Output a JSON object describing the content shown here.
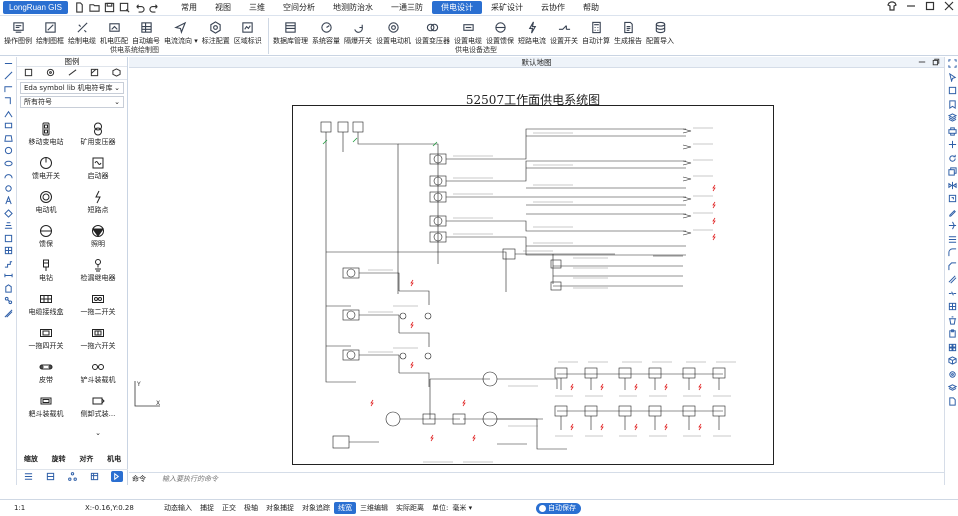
{
  "app": {
    "logo": "LongRuan GIS"
  },
  "menus": [
    "常用",
    "视图",
    "三维",
    "空间分析",
    "地测防治水",
    "一通三防",
    "供电设计",
    "采矿设计",
    "云协作",
    "帮助"
  ],
  "active_menu": "供电设计",
  "ribbon": {
    "group1": {
      "caption": "供电系统绘制图",
      "buttons": [
        "操作图例",
        "绘制图框",
        "绘制电缆",
        "机电匹配",
        "自动编号",
        "电流流向 ▾",
        "标注配置",
        "区域标识"
      ]
    },
    "group2": {
      "caption": "供电设备选型",
      "buttons": [
        "数据库管理",
        "系统容量",
        "隔爆开关",
        "设置电动机",
        "设置变压器",
        "设置电缆",
        "设置馈保",
        "短路电流",
        "设置开关",
        "自动计算",
        "生成报告",
        "配置导入"
      ]
    }
  },
  "legend": {
    "title": "图例",
    "library": "Eda symbol lib 机电符号库",
    "category": "所有符号",
    "symbols": [
      "移动变电站",
      "矿用变压器",
      "馈电开关",
      "启动器",
      "电动机",
      "短路点",
      "馈保",
      "照明",
      "电钻",
      "检漏继电器",
      "电缆接线盒",
      "一拖二开关",
      "一拖四开关",
      "一拖六开关",
      "皮带",
      "铲斗装载机",
      "耙斗装载机",
      "侧卸式装..."
    ],
    "toolbar": [
      "缩放",
      "旋转",
      "对齐",
      "机电"
    ]
  },
  "view": {
    "title": "默认地图",
    "drawing_title": "52507工作面供电系统图",
    "command_label": "命令",
    "command_placeholder": "输入要执行的命令"
  },
  "status": {
    "scale": "1:1",
    "coord": "X:-0.16,Y:0.28",
    "buttons": [
      "动态输入",
      "捕捉",
      "正交",
      "极轴",
      "对象捕捉",
      "对象追踪",
      "线宽",
      "三维编辑",
      "实际距离"
    ],
    "active_button": "线宽",
    "unit_label": "单位:",
    "unit_value": "毫米 ▾",
    "autosave": "自动保存"
  },
  "colors": {
    "accent": "#2a6fd1",
    "fault": "#e02020",
    "ground": "#1a9a3a"
  }
}
